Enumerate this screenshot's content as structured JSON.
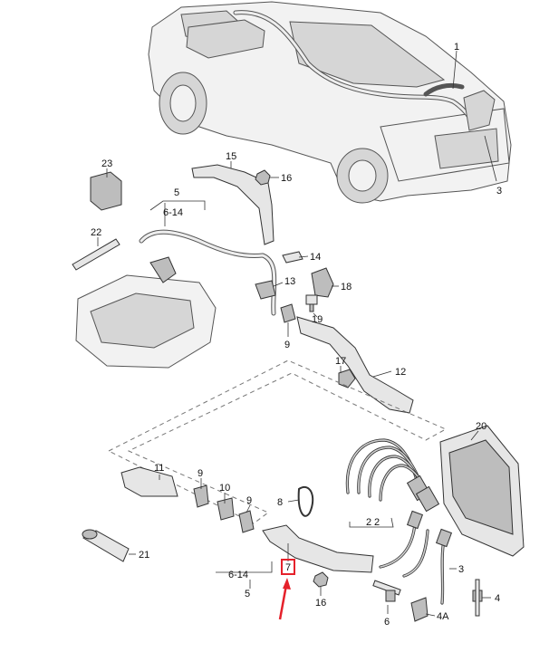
{
  "callouts": {
    "c1": "1",
    "c3": "3",
    "c23": "23",
    "c15": "15",
    "c16a": "16",
    "c5a": "5",
    "c614a": "6-14",
    "c22": "22",
    "c14": "14",
    "c13": "13",
    "c18": "18",
    "c19": "19",
    "c9a": "9",
    "c17": "17",
    "c12": "12",
    "c20": "20",
    "c11": "11",
    "c9b": "9",
    "c10": "10",
    "c7": "7",
    "c8": "8",
    "c2a": "2",
    "c2b": "2",
    "c21": "21",
    "c614b": "6-14",
    "c5b": "5",
    "c16b": "16",
    "c3b": "3",
    "c4": "4",
    "c6": "6",
    "c4a": "4A"
  },
  "colors": {
    "highlight_box": "#e5212b",
    "pointer_arrow": "#e5212b"
  }
}
